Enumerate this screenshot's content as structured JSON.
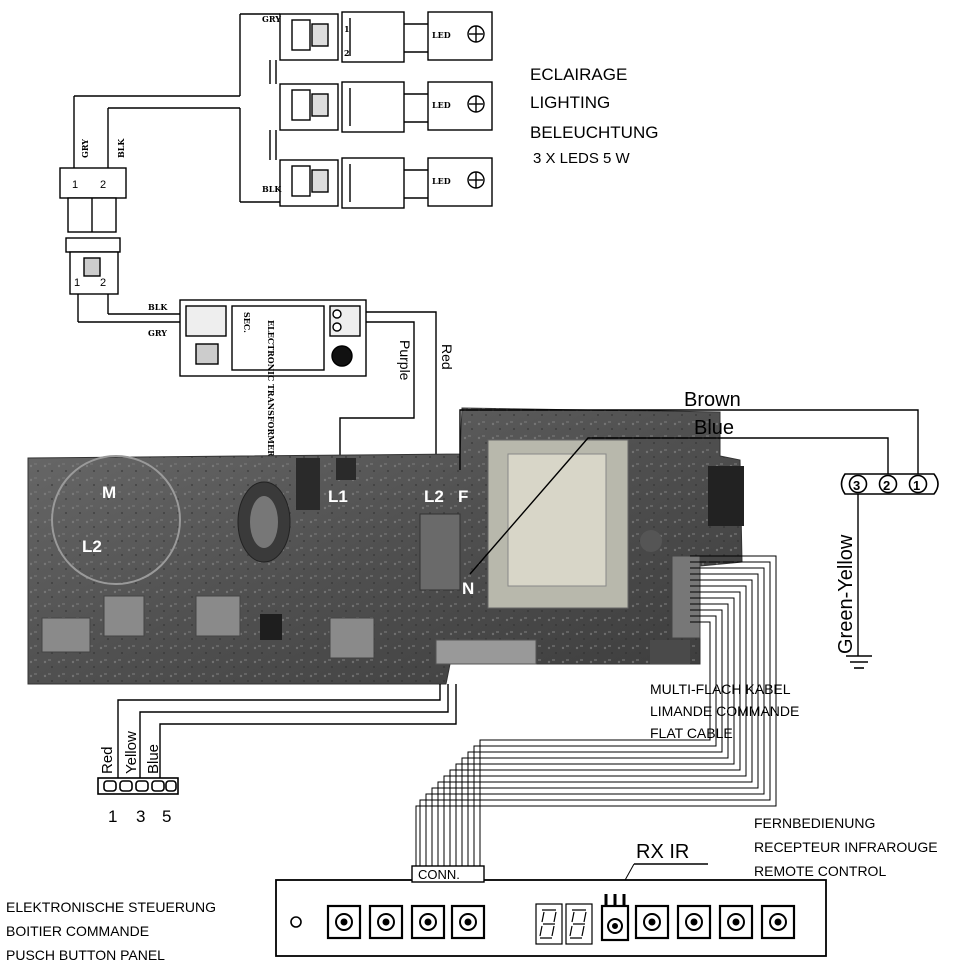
{
  "lighting": {
    "line1": "ECLAIRAGE",
    "line2": "LIGHTING",
    "line3": "BELEUCHTUNG",
    "line4": "3 X  LEDS 5 W",
    "led_label": "LED",
    "wire_gry": "GRY",
    "wire_blk": "BLK"
  },
  "transformer": {
    "title": "ELECTRONIC TRANSFORMER",
    "sec": "SEC."
  },
  "wires": {
    "purple": "Purple",
    "red": "Red",
    "brown": "Brown",
    "blue": "Blue",
    "green_yellow": "Green-Yellow",
    "bottom_red": "Red",
    "bottom_yellow": "Yellow",
    "bottom_blue": "Blue"
  },
  "pcb": {
    "m": "M",
    "l2_left": "L2",
    "l1": "L1",
    "l2": "L2",
    "f": "F",
    "n": "N"
  },
  "mains_terminal": {
    "t1": "1",
    "t2": "2",
    "t3": "3"
  },
  "connector_numbers": {
    "n1": "1",
    "n3": "3",
    "n5": "5"
  },
  "flat_cable": {
    "line1": "MULTI-FLACH KABEL",
    "line2": "LIMANDE COMMANDE",
    "line3": "FLAT CABLE"
  },
  "remote": {
    "line1": "FERNBEDIENUNG",
    "line2": "RECEPTEUR INFRAROUGE",
    "line3": "REMOTE CONTROL",
    "rx_ir": "RX  IR"
  },
  "panel": {
    "line1": "ELEKTRONISCHE STEUERUNG",
    "line2": "BOITIER COMMANDE",
    "line3": "PUSCH BUTTON PANEL",
    "conn": "CONN."
  }
}
